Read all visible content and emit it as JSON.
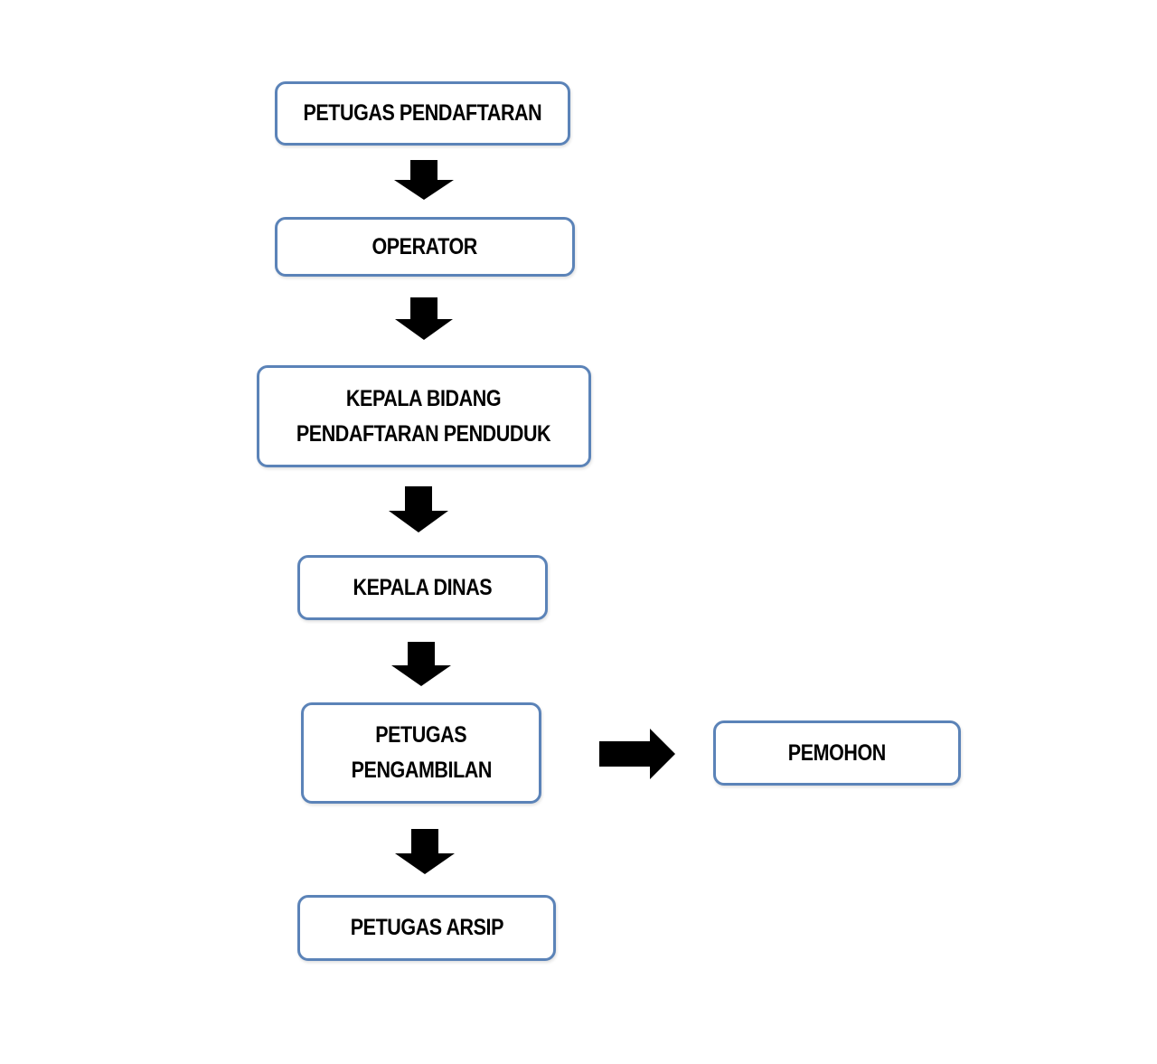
{
  "diagram": {
    "nodes": [
      {
        "id": "petugas-pendaftaran",
        "lines": [
          "PETUGAS PENDAFTARAN"
        ]
      },
      {
        "id": "operator",
        "lines": [
          "OPERATOR"
        ]
      },
      {
        "id": "kepala-bidang",
        "lines": [
          "KEPALA BIDANG",
          "PENDAFTARAN PENDUDUK"
        ]
      },
      {
        "id": "kepala-dinas",
        "lines": [
          "KEPALA DINAS"
        ]
      },
      {
        "id": "petugas-pengambilan",
        "lines": [
          "PETUGAS",
          "PENGAMBILAN"
        ]
      },
      {
        "id": "pemohon",
        "lines": [
          "PEMOHON"
        ]
      },
      {
        "id": "petugas-arsip",
        "lines": [
          "PETUGAS ARSIP"
        ]
      }
    ],
    "edges": [
      {
        "from": "petugas-pendaftaran",
        "to": "operator"
      },
      {
        "from": "operator",
        "to": "kepala-bidang"
      },
      {
        "from": "kepala-bidang",
        "to": "kepala-dinas"
      },
      {
        "from": "kepala-dinas",
        "to": "petugas-pengambilan"
      },
      {
        "from": "petugas-pengambilan",
        "to": "pemohon"
      },
      {
        "from": "petugas-pengambilan",
        "to": "petugas-arsip"
      }
    ],
    "colors": {
      "node_border": "#5b83b8",
      "node_fill": "#ffffff",
      "arrow": "#000000",
      "text": "#000000"
    }
  }
}
